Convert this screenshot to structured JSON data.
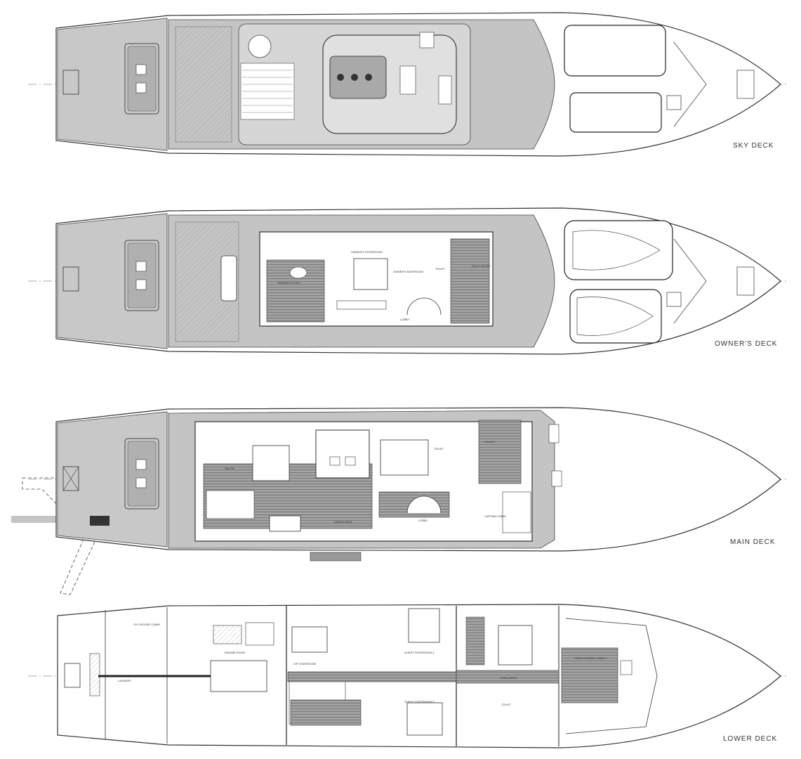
{
  "decks": [
    {
      "key": "sky",
      "label": "SKY DECK"
    },
    {
      "key": "owners",
      "label": "OWNER'S DECK"
    },
    {
      "key": "main",
      "label": "MAIN DECK"
    },
    {
      "key": "lower",
      "label": "LOWER DECK"
    }
  ],
  "rooms": {
    "owners": {
      "study": "OWNER'S STUDY",
      "stateroom": "OWNER'S STATEROOM",
      "bathroom": "OWNER'S BATHROOM",
      "pilot_house": "PILOT HOUSE",
      "toilet": "TOILET",
      "lobby": "LOBBY"
    },
    "main": {
      "salon": "SALON",
      "dining": "DINING AREA",
      "lobby": "LOBBY",
      "galley": "GALLEY",
      "toilet": "TOILET",
      "captain": "CAPTAIN CABIN"
    },
    "lower": {
      "laundry": "LAUNDRY",
      "engine": "ENGINE ROOM",
      "crew_cabin": "CH CHOOSE CABIN",
      "vip": "VIP STATEROOM",
      "guest1": "GUEST STATEROOM 1",
      "guest2": "GUEST STATEROOM 2",
      "crew_mess": "CREW AREA",
      "toilet": "TOILET",
      "crew_double": "CREW DOUBLE CABIN 1"
    }
  },
  "colors": {
    "deck_fill": "#c8c8c8",
    "line": "#3a3a3a",
    "teak": "#8e8e8e",
    "paper": "#ffffff"
  }
}
